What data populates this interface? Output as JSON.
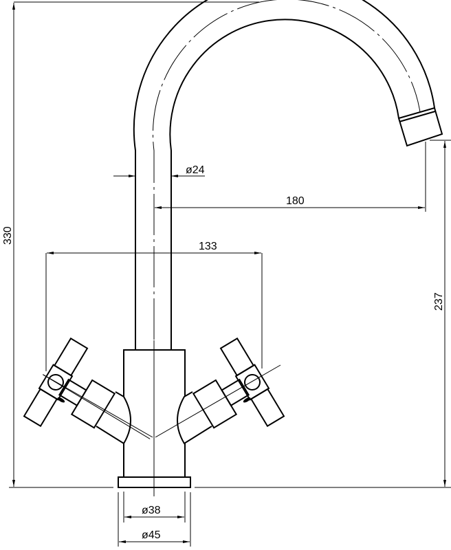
{
  "title": "Mixer tap dimension drawing",
  "colors": {
    "line": "#000000",
    "background": "#ffffff"
  },
  "dimensions": {
    "total_height": "330",
    "pipe_diameter": "ø24",
    "spout_reach": "180",
    "handle_span": "133",
    "spout_height": "237",
    "body_diameter": "ø38",
    "base_diameter": "ø45"
  }
}
